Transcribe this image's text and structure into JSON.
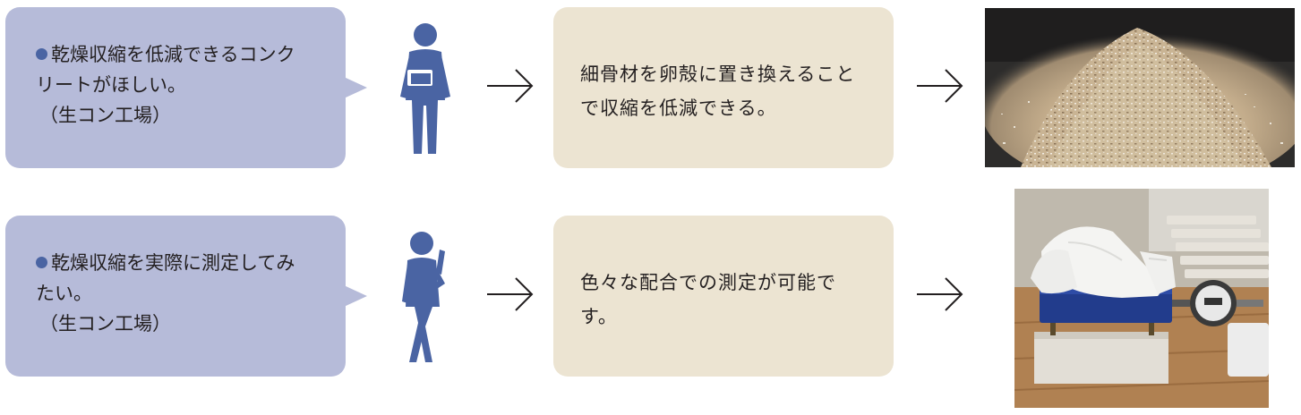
{
  "rows": [
    {
      "need_lines": [
        "乾燥収縮を低減できるコンク",
        "リートがほしい。"
      ],
      "source": "（生コン工場）",
      "answer": "細骨材を卵殻に置き換えることで収縮を低減できる。",
      "person_pose": "holding-document",
      "photo_subject": "crushed eggshell aggregate"
    },
    {
      "need_lines": [
        "乾燥収縮を実際に測定してみ",
        "たい。"
      ],
      "source": "（生コン工場）",
      "answer": "色々な配合での測定が可能です。",
      "person_pose": "thinking",
      "photo_subject": "drying shrinkage measurement with dial gauge"
    }
  ],
  "colors": {
    "need_bubble": "#b6bbd9",
    "answer_box": "#ece4d2",
    "person_figure": "#4a64a3",
    "bullet": "#4a64a3",
    "arrow": "#231f20",
    "text": "#231f20"
  },
  "icons": [
    "bullet-dot-icon",
    "person-icon",
    "right-arrow-icon"
  ]
}
